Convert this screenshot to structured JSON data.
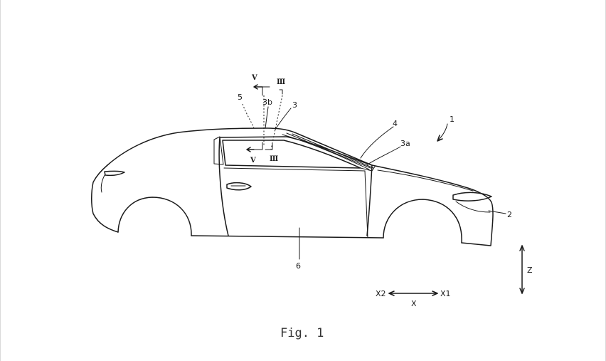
{
  "figure": {
    "caption": "Fig. 1",
    "reference_numerals": {
      "vehicle": "1",
      "front_bumper": "2",
      "roof_panel": "3",
      "roof_front_end": "3a",
      "roof_section": "3b",
      "windshield": "4",
      "roof_edge": "5",
      "door": "6"
    },
    "section_marks": {
      "v_top": "V",
      "v_bottom": "V",
      "iii_top": "Ⅲ",
      "iii_bottom": "Ⅲ"
    },
    "axes": {
      "x_front": "X1",
      "x_rear": "X2",
      "x_label": "X",
      "z_label": "Z"
    }
  }
}
